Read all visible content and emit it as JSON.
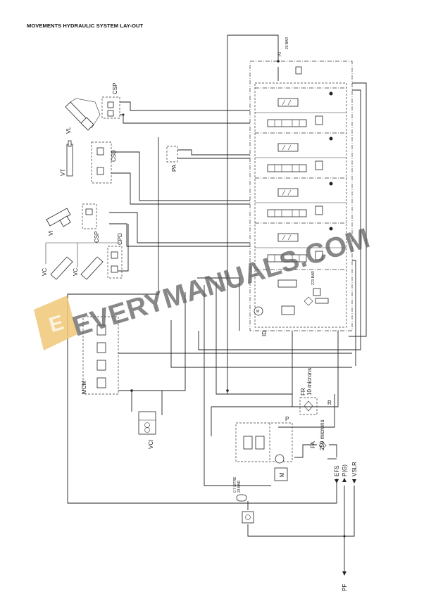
{
  "title": "MOVEMENTS HYDRAULIC SYSTEM LAY-OUT",
  "labels": {
    "vl": "VL",
    "csp_top": "CSP",
    "vt": "VT",
    "csd": "CSD",
    "pa": "PA",
    "vi": "VI",
    "csp_mid": "CSP",
    "vc1": "VC",
    "vc2": "VC",
    "cpd": "CPD",
    "mcm": "MCM",
    "vci": "VCI",
    "motor_small": "M",
    "id": "ID",
    "p2": "P2",
    "bar23_top": "23 BAR",
    "bar270": "270 BAR",
    "fr": "FR",
    "fr_microns": "10 microns",
    "r": "R",
    "p": "P",
    "fa": "FA",
    "fa_microns": "250 microns",
    "motor": "M",
    "acc_volume": "0.7 LITRE",
    "acc_pressure": "23 BAR",
    "efs": "EFS",
    "pg": "P(G)",
    "vslr": "VSLR",
    "pf": "PF"
  },
  "watermark": {
    "text": "EVERYMANUALS.COM",
    "logo_letter": "E",
    "logo_color": "#f0c878"
  },
  "valve_sections": 4
}
